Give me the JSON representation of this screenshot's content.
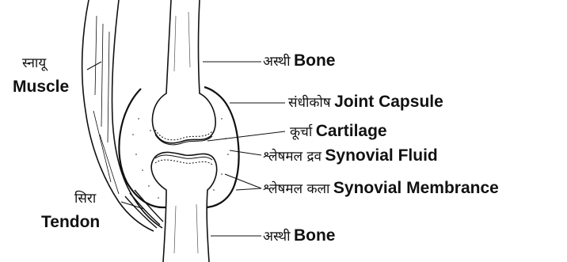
{
  "labels": {
    "muscle": {
      "hi": "स्नायू",
      "en": "Muscle"
    },
    "tendon": {
      "hi": "सिरा",
      "en": "Tendon"
    },
    "bone_top": {
      "hi": "अस्थी",
      "en": "Bone"
    },
    "joint_capsule": {
      "hi": "संधीकोष",
      "en": "Joint Capsule"
    },
    "cartilage": {
      "hi": "कूर्चा",
      "en": "Cartilage"
    },
    "synovial_fluid": {
      "hi": "श्लेषमल द्रव",
      "en": "Synovial Fluid"
    },
    "synovial_membrane": {
      "hi": "श्लेषमल कला",
      "en": "Synovial Membrance"
    },
    "bone_bottom": {
      "hi": "अस्थी",
      "en": "Bone"
    }
  },
  "colors": {
    "ink": "#111111",
    "background": "#ffffff"
  }
}
